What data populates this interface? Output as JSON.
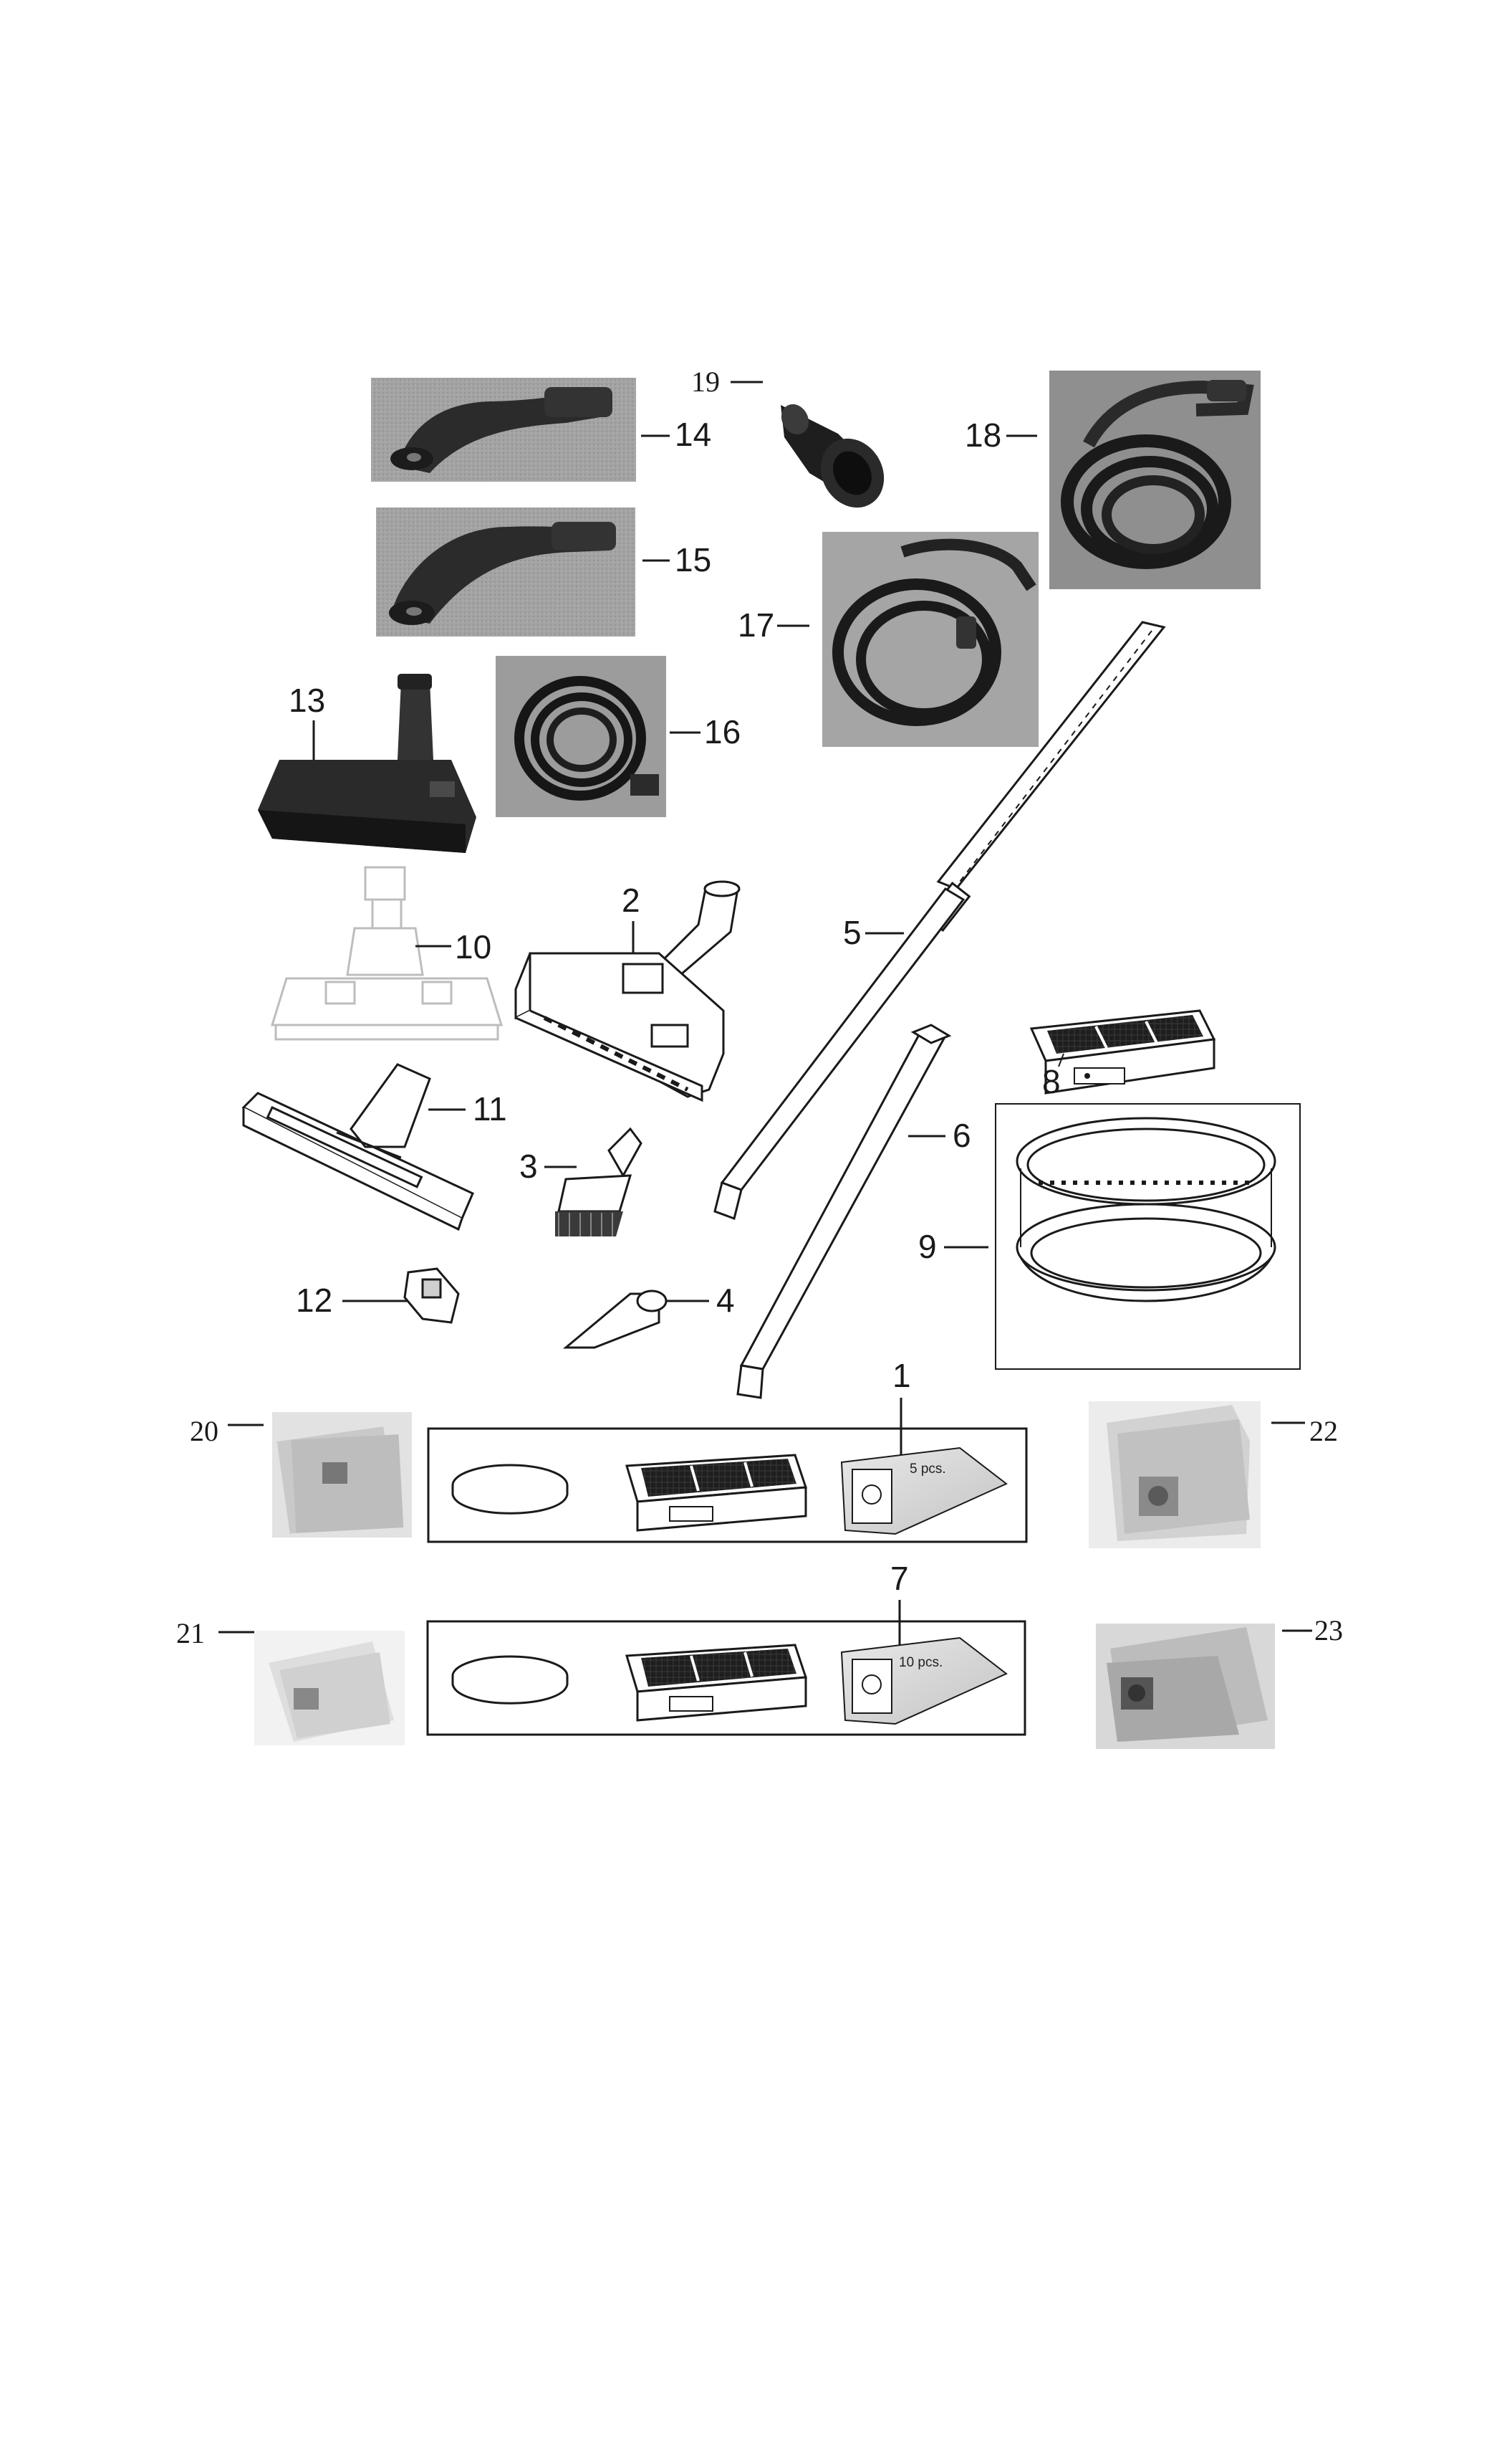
{
  "parts": {
    "p1": "1",
    "p2": "2",
    "p3": "3",
    "p4": "4",
    "p5": "5",
    "p6": "6",
    "p7": "7",
    "p8": "8",
    "p9": "9",
    "p10": "10",
    "p11": "11",
    "p12": "12",
    "p13": "13",
    "p14": "14",
    "p15": "15",
    "p16": "16",
    "p17": "17",
    "p18": "18",
    "p19": "19",
    "p20": "20",
    "p21": "21",
    "p22": "22",
    "p23": "23"
  },
  "kits": {
    "kit1_bag_count": "5 pcs.",
    "kit7_bag_count": "10 pcs."
  },
  "colors": {
    "line": "#1a1a1a",
    "photo_bg": "#9a9a9a",
    "photo_dark": "#2b2b2b",
    "bag_bg": "#d9d9d9"
  }
}
